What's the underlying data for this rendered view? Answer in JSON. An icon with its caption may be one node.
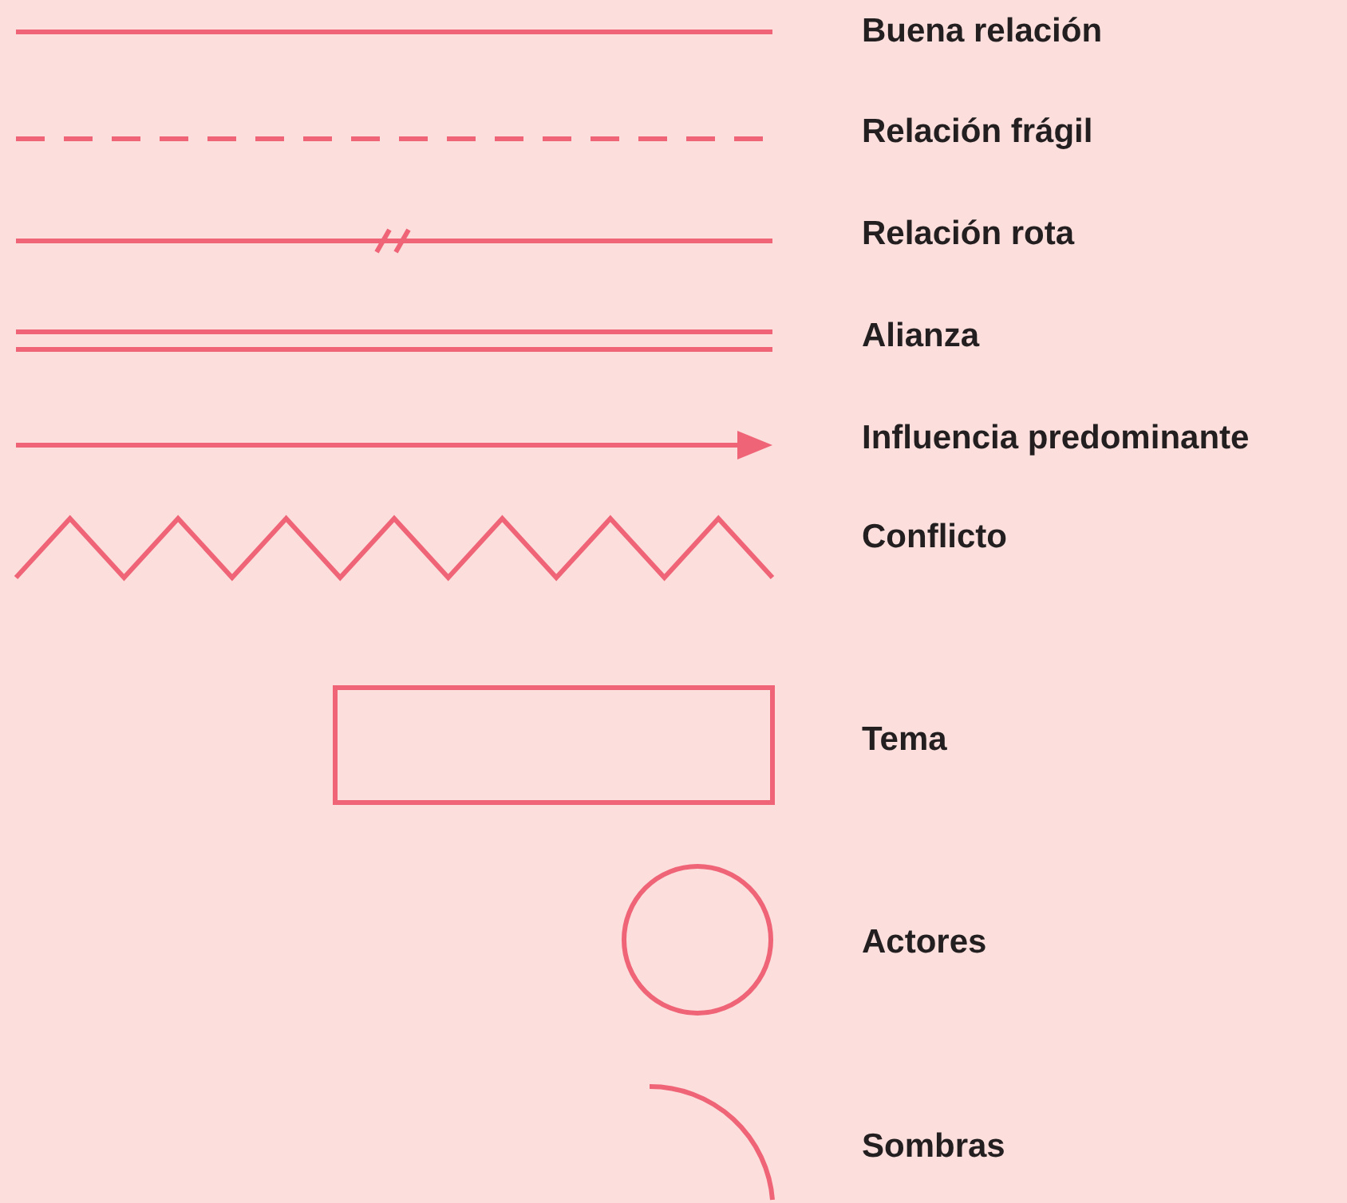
{
  "diagram": {
    "legend": [
      {
        "text": "Buena relación"
      },
      {
        "text": "Relación frágil"
      },
      {
        "text": "Relación rota"
      },
      {
        "text": "Alianza"
      },
      {
        "text": "Influencia predominante"
      },
      {
        "text": "Conflicto"
      },
      {
        "text": "Tema"
      },
      {
        "text": "Actores"
      },
      {
        "text": "Sombras"
      }
    ]
  }
}
